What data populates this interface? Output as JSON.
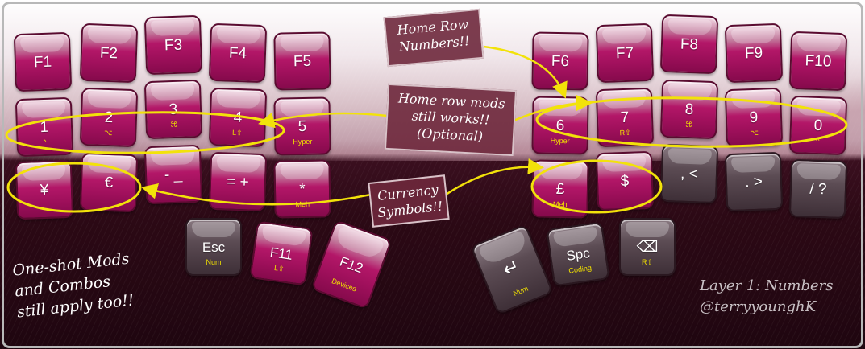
{
  "layer": {
    "title": "Layer 1: Numbers",
    "author": "@terryyounghK"
  },
  "colors": {
    "key_face": "#a0105c",
    "key_highlight": "#f3dbe6",
    "sub_label": "#f0e000",
    "annotation_stroke": "#f2e20a",
    "note_background": "#6e283c",
    "dark_key": "#4a3a42"
  },
  "annotations": {
    "home_row_numbers": "Home Row Numbers!!",
    "home_row_mods": "Home row mods still works!! (Optional)",
    "currency": "Currency Symbols!!",
    "one_shot": "One-shot Mods\nand Combos\nstill apply too!!"
  },
  "keys": {
    "f1": {
      "label": "F1",
      "sub": ""
    },
    "f2": {
      "label": "F2",
      "sub": ""
    },
    "f3": {
      "label": "F3",
      "sub": ""
    },
    "f4": {
      "label": "F4",
      "sub": ""
    },
    "f5": {
      "label": "F5",
      "sub": ""
    },
    "f6": {
      "label": "F6",
      "sub": ""
    },
    "f7": {
      "label": "F7",
      "sub": ""
    },
    "f8": {
      "label": "F8",
      "sub": ""
    },
    "f9": {
      "label": "F9",
      "sub": ""
    },
    "f10": {
      "label": "F10",
      "sub": ""
    },
    "n1": {
      "label": "1",
      "sub": "^"
    },
    "n2": {
      "label": "2",
      "sub": "⌥"
    },
    "n3": {
      "label": "3",
      "sub": "⌘"
    },
    "n4": {
      "label": "4",
      "sub": "L⇧"
    },
    "n5": {
      "label": "5",
      "sub": "Hyper"
    },
    "n6": {
      "label": "6",
      "sub": "Hyper"
    },
    "n7": {
      "label": "7",
      "sub": "R⇧"
    },
    "n8": {
      "label": "8",
      "sub": "⌘"
    },
    "n9": {
      "label": "9",
      "sub": "⌥"
    },
    "n0": {
      "label": "0",
      "sub": "^"
    },
    "yen": {
      "label": "¥",
      "sub": ""
    },
    "euro": {
      "label": "€",
      "sub": ""
    },
    "minus": {
      "label": "- _",
      "sub": ""
    },
    "equals": {
      "label": "= +",
      "sub": ""
    },
    "star": {
      "label": "*",
      "sub": "Meh"
    },
    "pound": {
      "label": "£",
      "sub": "Meh"
    },
    "dollar": {
      "label": "$",
      "sub": ""
    },
    "comma": {
      "label": ", <",
      "sub": ""
    },
    "period": {
      "label": ". >",
      "sub": ""
    },
    "slash": {
      "label": "/ ?",
      "sub": ""
    },
    "esc": {
      "label": "Esc",
      "sub": "Num"
    },
    "f11": {
      "label": "F11",
      "sub": "L⇧"
    },
    "f12": {
      "label": "F12",
      "sub": "Devices"
    },
    "enter": {
      "label": "↵",
      "sub": "Num",
      "icon": "enter-icon"
    },
    "space": {
      "label": "Spc",
      "sub": "Coding"
    },
    "backspace": {
      "label": "⌫",
      "sub": "R⇧",
      "icon": "backspace-icon"
    }
  }
}
